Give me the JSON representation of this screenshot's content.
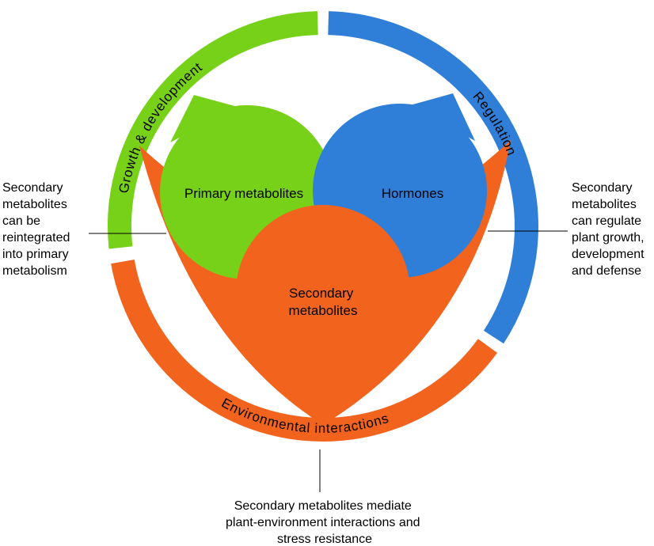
{
  "diagram": {
    "colors": {
      "green": "#77D119",
      "blue": "#2F7FD9",
      "orange": "#F2641E"
    },
    "ring": {
      "growth": {
        "label": "Growth & development"
      },
      "regulation": {
        "label": "Regulation"
      },
      "environment": {
        "label": "Environmental interactions"
      }
    },
    "nodes": {
      "primary": {
        "label": "Primary metabolites"
      },
      "hormones": {
        "label": "Hormones"
      },
      "secondary": {
        "line1": "Secondary",
        "line2": "metabolites"
      }
    },
    "annotations": {
      "left": {
        "lines": [
          "Secondary",
          "metabolites",
          "can be",
          "reintegrated",
          "into primary",
          "metabolism"
        ]
      },
      "right": {
        "lines": [
          "Secondary",
          "metabolites",
          "can regulate",
          "plant growth,",
          "development",
          "and defense"
        ]
      },
      "bottom": {
        "lines": [
          "Secondary metabolites mediate",
          "plant-environment interactions and",
          "stress resistance"
        ]
      }
    }
  }
}
